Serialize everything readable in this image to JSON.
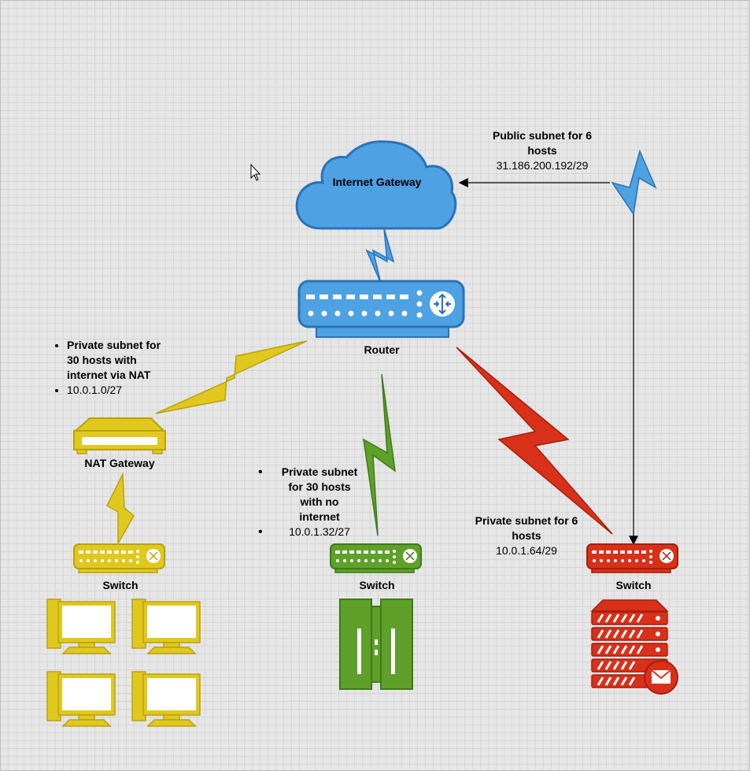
{
  "internet_gateway": {
    "label": "Internet Gateway"
  },
  "router": {
    "label": "Router"
  },
  "nat_gateway": {
    "label": "NAT Gateway"
  },
  "switches": [
    {
      "label": "Switch",
      "color": "#e0c81e"
    },
    {
      "label": "Switch",
      "color": "#5ea02a"
    },
    {
      "label": "Switch",
      "color": "#d9301a"
    }
  ],
  "public_subnet": {
    "title_line1": "Public subnet for 6",
    "title_line2": "hosts",
    "cidr": "31.186.200.192/29"
  },
  "nat_subnet": {
    "title_line1": "Private subnet for",
    "title_line2": "30 hosts with",
    "title_line3": "internet via NAT",
    "cidr": "10.0.1.0/27"
  },
  "isolated_subnet": {
    "title_line1": "Private subnet",
    "title_line2": "for 30 hosts",
    "title_line3": "with no",
    "title_line4": "internet",
    "cidr": "10.0.1.32/27"
  },
  "mail_subnet": {
    "title_line1": "Private subnet for 6",
    "title_line2": "hosts",
    "cidr": "10.0.1.64/29"
  },
  "colors": {
    "blue": "#4ea1e2",
    "yellow": "#e0c81e",
    "green": "#5ea02a",
    "red": "#d9301a"
  }
}
